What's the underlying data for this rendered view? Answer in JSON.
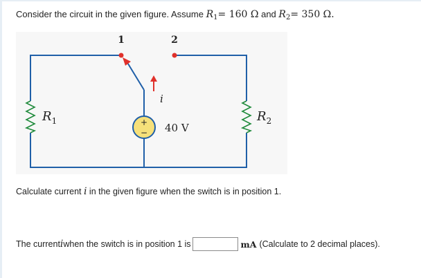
{
  "question": {
    "intro_prefix": "Consider the circuit in the given figure. Assume ",
    "r1_symbol": "R",
    "r1_sub": "1",
    "r1_value": "= 160 Ω",
    "and_text": " and ",
    "r2_symbol": "R",
    "r2_sub": "2",
    "r2_value": "= 350 Ω."
  },
  "figure": {
    "switch_pos1_label": "1",
    "switch_pos2_label": "2",
    "current_label": "i",
    "source_label": "40 V",
    "source_plus": "+",
    "source_minus": "−",
    "r1_label": "R",
    "r1_label_sub": "1",
    "r2_label": "R",
    "r2_label_sub": "2",
    "colors": {
      "wire": "#1f5fa8",
      "node": "#e0312b",
      "source_fill": "#f6e07a",
      "arrow": "#e0312b"
    }
  },
  "prompt": {
    "prefix": "Calculate current ",
    "var": "i",
    "suffix": " in the given figure when the switch is in position 1."
  },
  "answer": {
    "prefix": "The current ",
    "var": "i",
    "middle": " when the switch is in position 1 is",
    "input_value": "",
    "unit": "mA",
    "note": "(Calculate to 2 decimal places)."
  }
}
